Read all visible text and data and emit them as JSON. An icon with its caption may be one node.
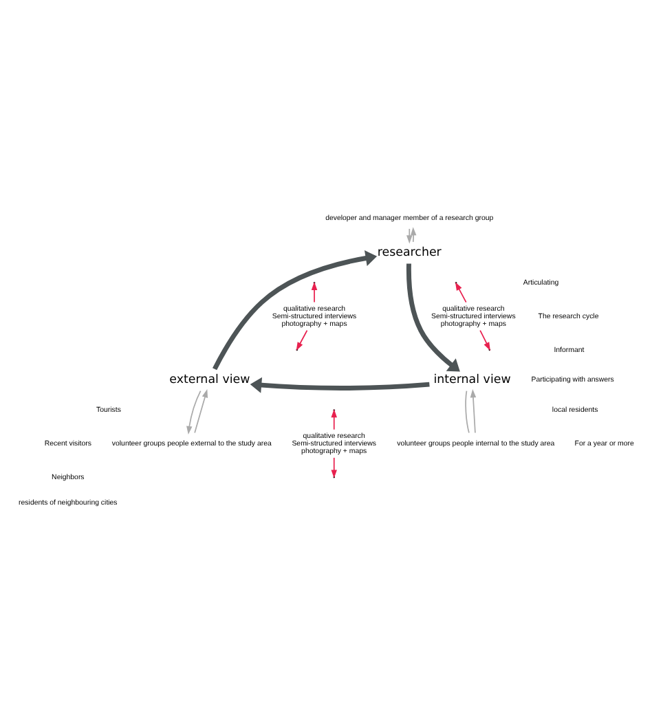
{
  "diagram": {
    "nodes": [
      {
        "text": [
          "researcher"
        ]
      },
      {
        "text": [
          "internal view"
        ]
      },
      {
        "text": [
          "external view"
        ]
      },
      {
        "text": [
          "developer and manager member of a research group"
        ]
      },
      {
        "text": [
          "volunteer groups people internal to the study area"
        ]
      },
      {
        "text": [
          "volunteer groups people external to the study area"
        ]
      },
      {
        "text": [
          "qualitative research",
          "Semi-structured interviews",
          "photography + maps"
        ]
      },
      {
        "text": [
          "qualitative research",
          "Semi-structured interviews",
          "photography + maps"
        ]
      },
      {
        "text": [
          "qualitative research",
          "Semi-structured interviews",
          "photography + maps"
        ]
      }
    ],
    "edges": [
      {
        "from": 0,
        "to": 1,
        "arrow": "to",
        "style": "thick",
        "color": "#4d5456"
      },
      {
        "from": 1,
        "to": 2,
        "arrow": "to",
        "style": "thick",
        "color": "#4d5456"
      },
      {
        "from": 2,
        "to": 0,
        "arrow": "to",
        "style": "thick",
        "color": "#4d5456"
      },
      {
        "from": 0,
        "to": 3,
        "arrow": "to",
        "color": "#aaaaaa"
      },
      {
        "from": 3,
        "to": 0,
        "arrow": "to",
        "color": "#aaaaaa"
      },
      {
        "from": 1,
        "to": 4,
        "arrow": "none",
        "color": "#aaaaaa"
      },
      {
        "from": 4,
        "to": 1,
        "arrow": "to",
        "color": "#aaaaaa"
      },
      {
        "from": 2,
        "to": 5,
        "arrow": "to",
        "color": "#aaaaaa"
      },
      {
        "from": 5,
        "to": 2,
        "arrow": "to",
        "color": "#aaaaaa"
      },
      {
        "from": 6,
        "to": null,
        "arrow": "to",
        "color": "#e8214f"
      },
      {
        "from": 6,
        "to": null,
        "arrow": "to",
        "color": "#e8214f"
      },
      {
        "from": 7,
        "to": null,
        "arrow": "to",
        "color": "#e8214f"
      },
      {
        "from": 7,
        "to": null,
        "arrow": "to",
        "color": "#e8214f"
      },
      {
        "from": 8,
        "to": null,
        "arrow": "to",
        "color": "#e8214f"
      },
      {
        "from": 8,
        "to": null,
        "arrow": "to",
        "color": "#e8214f"
      }
    ],
    "labels": [
      "Articulating",
      "The research cycle",
      "Informant",
      "Participating with answers",
      "local residents",
      "For a year or more",
      "Tourists",
      "Recent visitors",
      "Neighbors",
      "residents of neighbouring cities"
    ]
  }
}
